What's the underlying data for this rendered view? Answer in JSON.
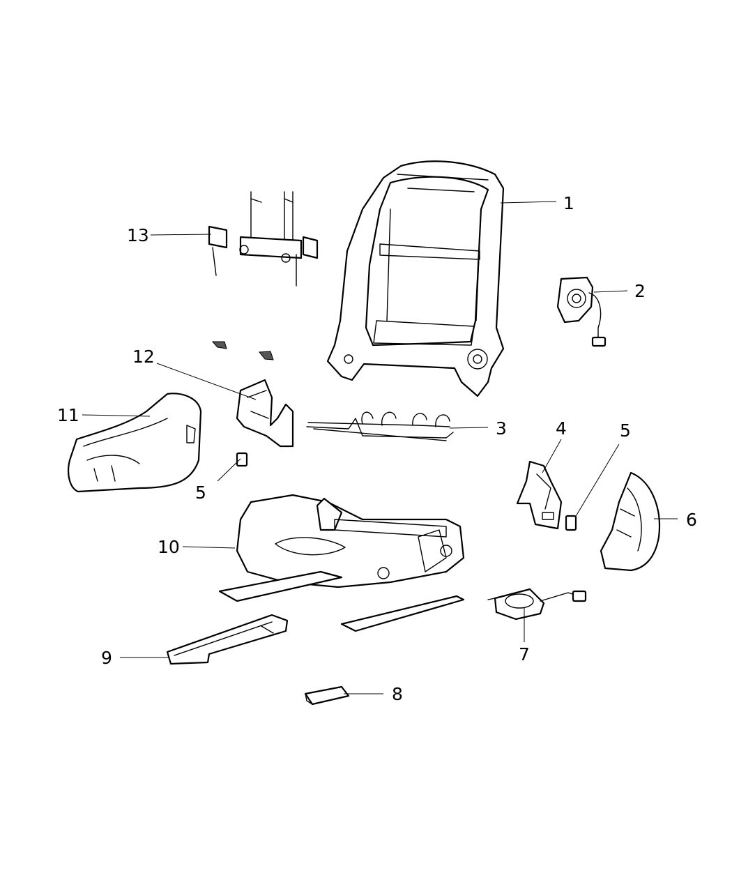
{
  "diagram": {
    "callouts": [
      {
        "id": "c1",
        "label": "1"
      },
      {
        "id": "c2",
        "label": "2"
      },
      {
        "id": "c3",
        "label": "3"
      },
      {
        "id": "c4",
        "label": "4"
      },
      {
        "id": "c5a",
        "label": "5"
      },
      {
        "id": "c5b",
        "label": "5"
      },
      {
        "id": "c6",
        "label": "6"
      },
      {
        "id": "c7",
        "label": "7"
      },
      {
        "id": "c8",
        "label": "8"
      },
      {
        "id": "c9",
        "label": "9"
      },
      {
        "id": "c10",
        "label": "10"
      },
      {
        "id": "c11",
        "label": "11"
      },
      {
        "id": "c12",
        "label": "12"
      },
      {
        "id": "c13",
        "label": "13"
      }
    ]
  }
}
